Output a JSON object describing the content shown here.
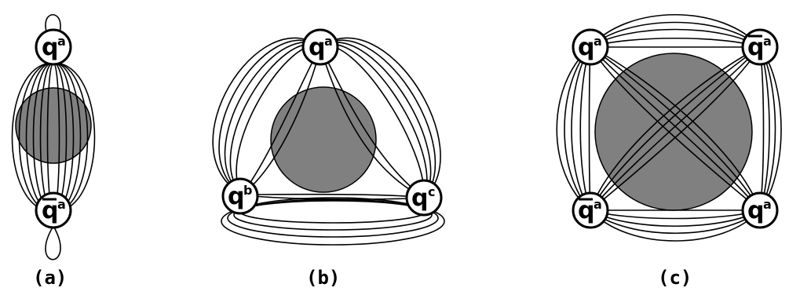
{
  "colors": {
    "blob": "#808080",
    "line": "#000000",
    "node_fill": "#ffffff"
  },
  "panels": {
    "a": {
      "label": "(a)",
      "nodes": [
        {
          "letter": "q",
          "bar": false,
          "sup": "a"
        },
        {
          "letter": "q",
          "bar": true,
          "sup": "a"
        }
      ]
    },
    "b": {
      "label": "(b)",
      "nodes": [
        {
          "letter": "q",
          "bar": false,
          "sup": "a"
        },
        {
          "letter": "q",
          "bar": false,
          "sup": "b"
        },
        {
          "letter": "q",
          "bar": false,
          "sup": "c"
        }
      ]
    },
    "c": {
      "label": "(c)",
      "nodes": [
        {
          "letter": "q",
          "bar": false,
          "sup": "a"
        },
        {
          "letter": "q",
          "bar": true,
          "sup": "a"
        },
        {
          "letter": "q",
          "bar": true,
          "sup": "a"
        },
        {
          "letter": "q",
          "bar": false,
          "sup": "a"
        }
      ]
    }
  }
}
